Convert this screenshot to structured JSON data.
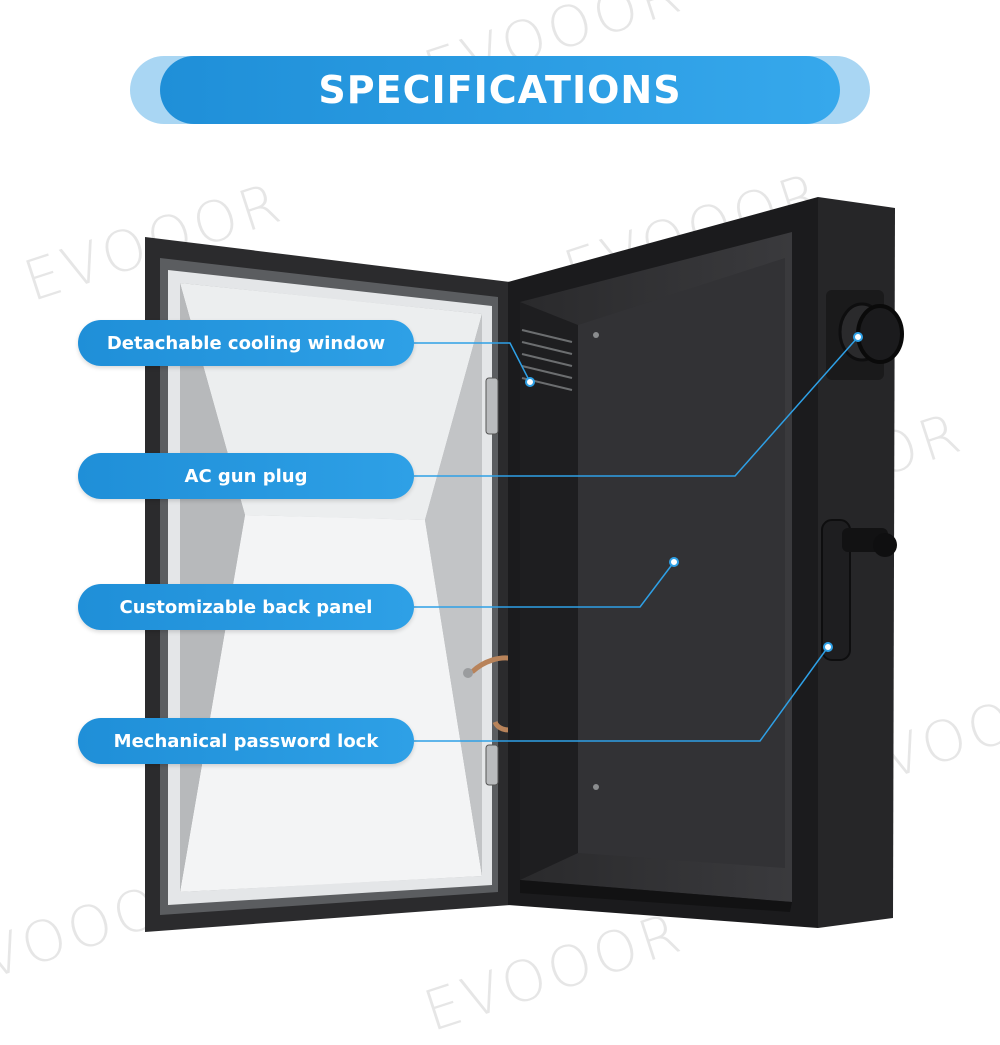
{
  "watermark": "EVOOOR",
  "title": "SPECIFICATIONS",
  "labels": [
    {
      "text": "Detachable cooling window"
    },
    {
      "text": "AC gun plug"
    },
    {
      "text": "Customizable back panel"
    },
    {
      "text": "Mechanical password lock"
    }
  ],
  "colors": {
    "accent": "#1f8fd8",
    "accent_light": "#a9d6f3",
    "cabinet": "#1b1b1d"
  }
}
